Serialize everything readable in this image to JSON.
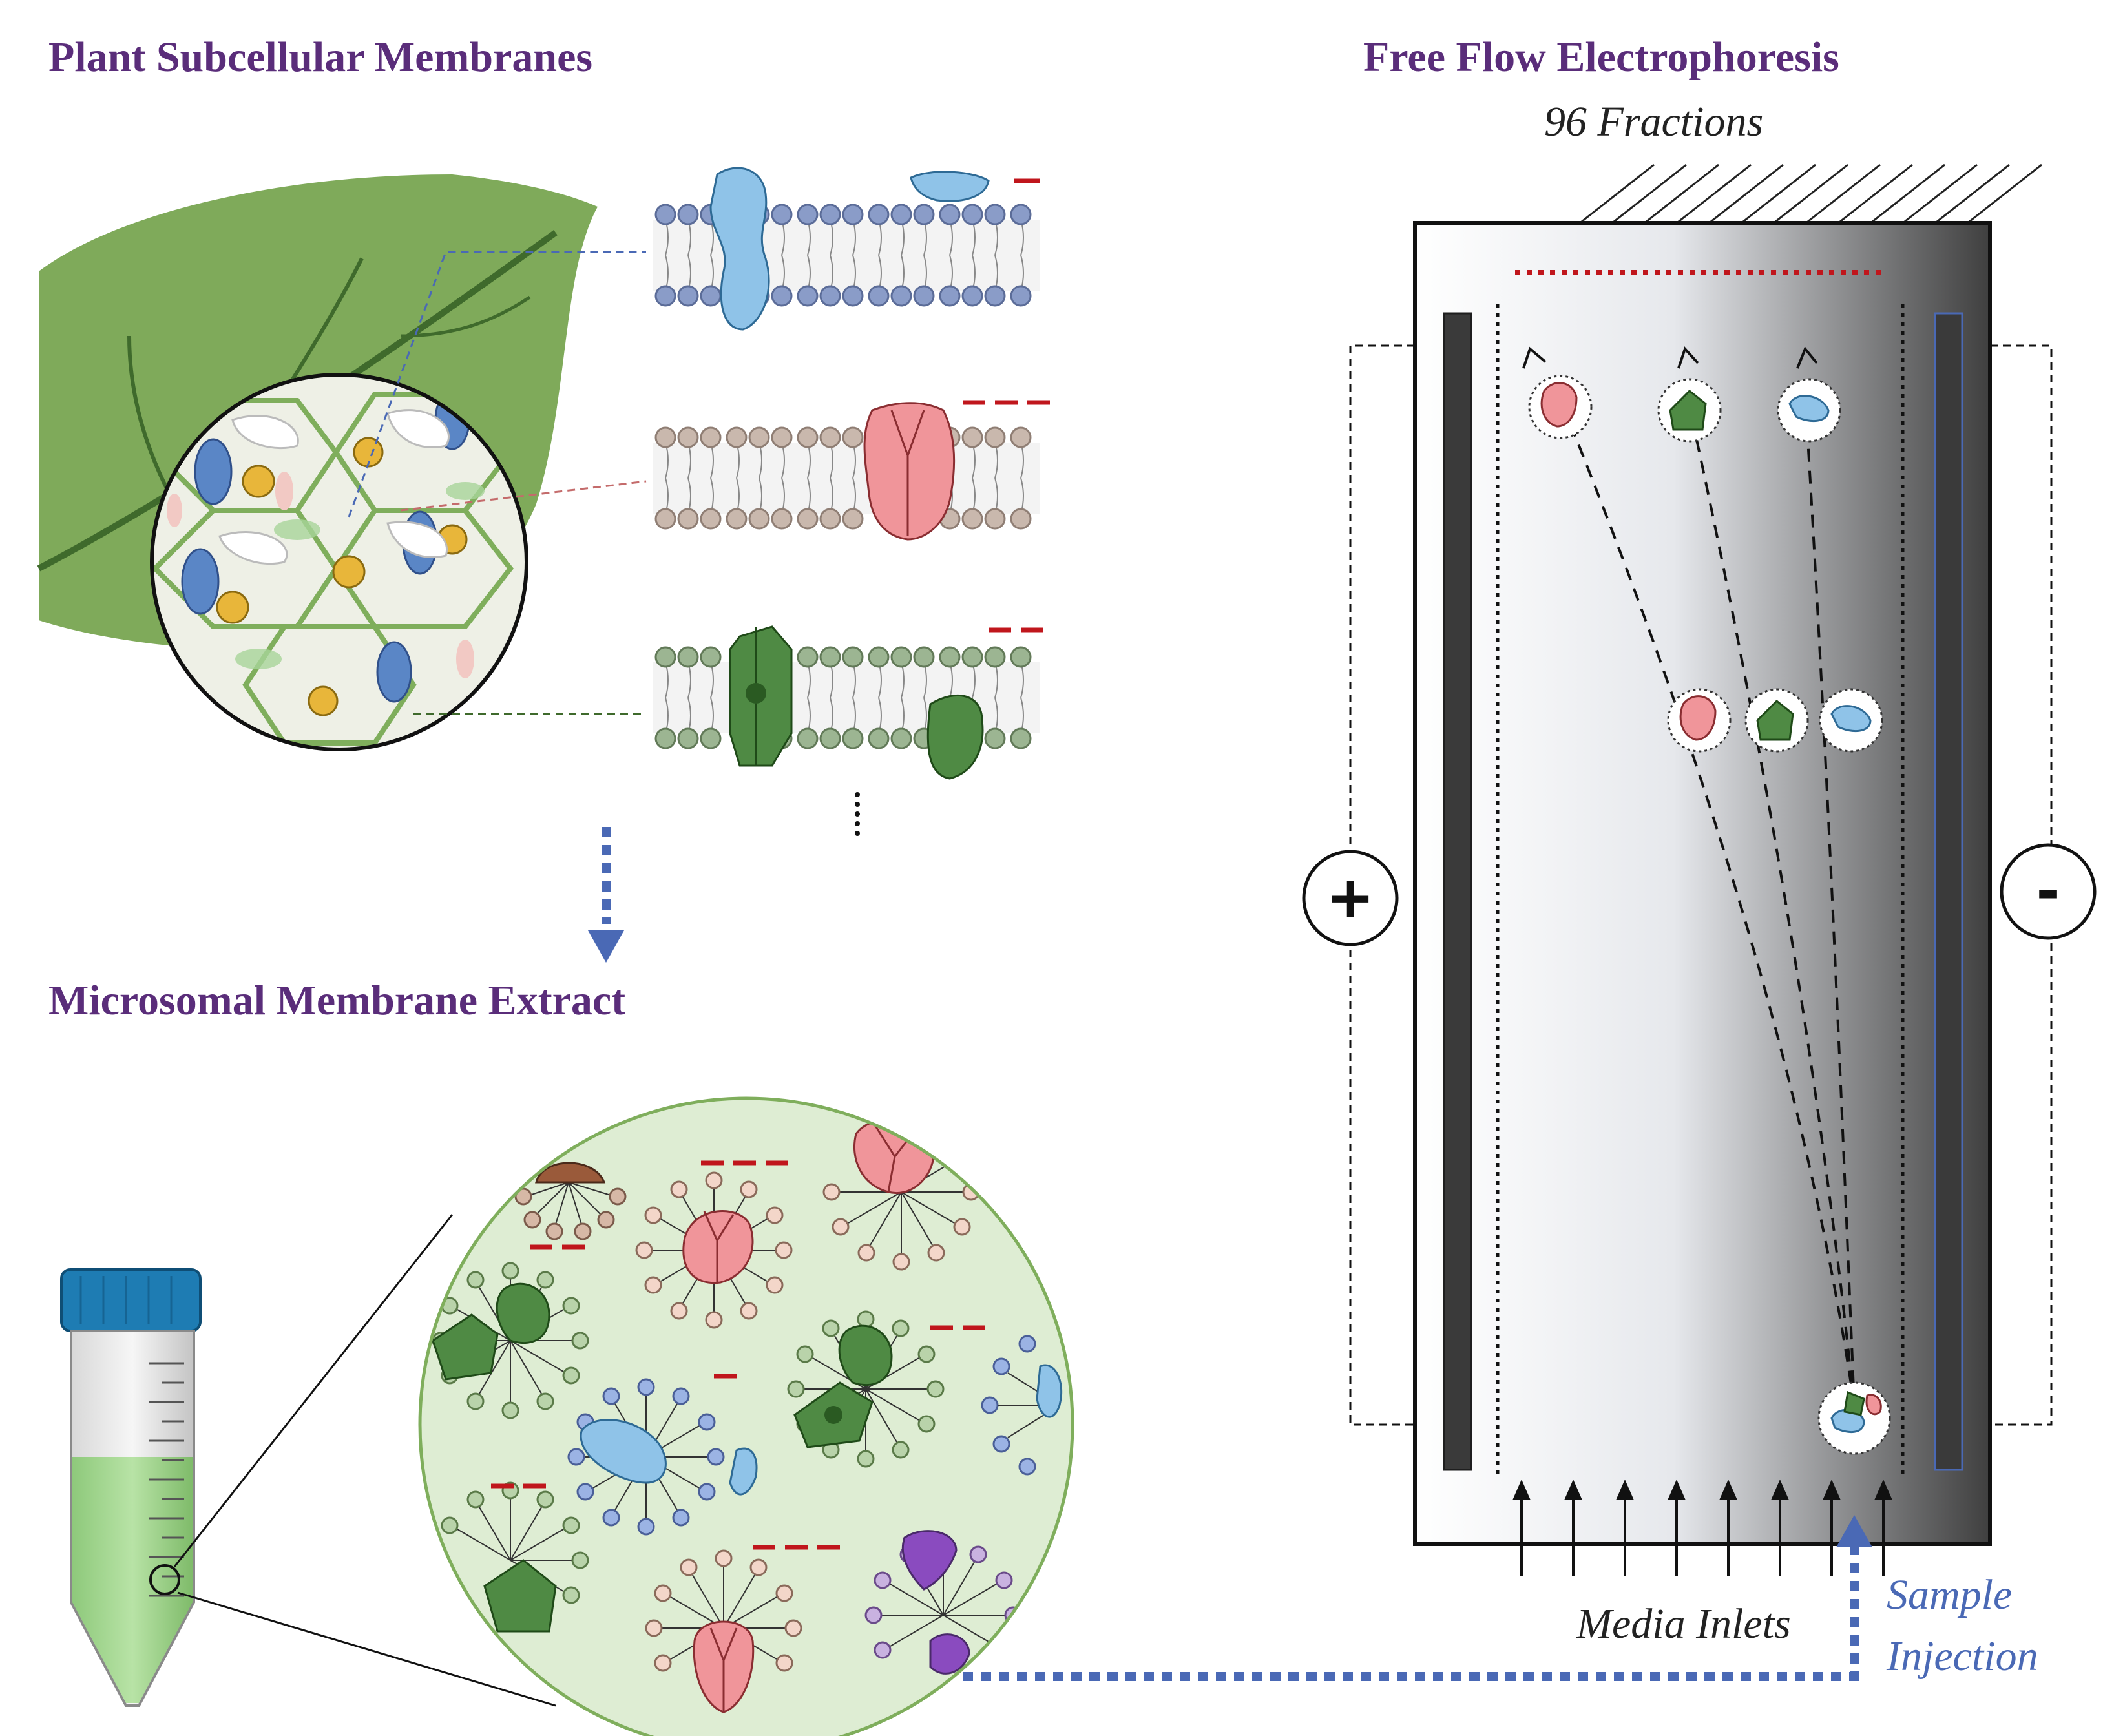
{
  "labels": {
    "plant_membranes": "Plant Subcellular Membranes",
    "microsomal_extract": "Microsomal Membrane Extract",
    "ffe_title": "Free Flow Electrophoresis",
    "fractions": "96 Fractions",
    "media_inlets": "Media Inlets",
    "sample_line1": "Sample",
    "sample_line2": "Injection",
    "anode": "+",
    "cathode": "-"
  },
  "membranes": [
    {
      "name": "membrane-blue",
      "head_color": "#8a9cc8",
      "protein_color": "#8fc3e8",
      "charge_marks": 1
    },
    {
      "name": "membrane-tan",
      "head_color": "#c9b8ad",
      "protein_color": "#f0959a",
      "charge_marks": 3
    },
    {
      "name": "membrane-green",
      "head_color": "#9cb592",
      "protein_color": "#4f8a44",
      "charge_marks": 2
    }
  ],
  "colors": {
    "title": "#5a2d7a",
    "leaf": "#7faa5a",
    "arrow_blue": "#4a69b5",
    "charge_red": "#c0161c",
    "cell_green": "#7fae5c"
  }
}
